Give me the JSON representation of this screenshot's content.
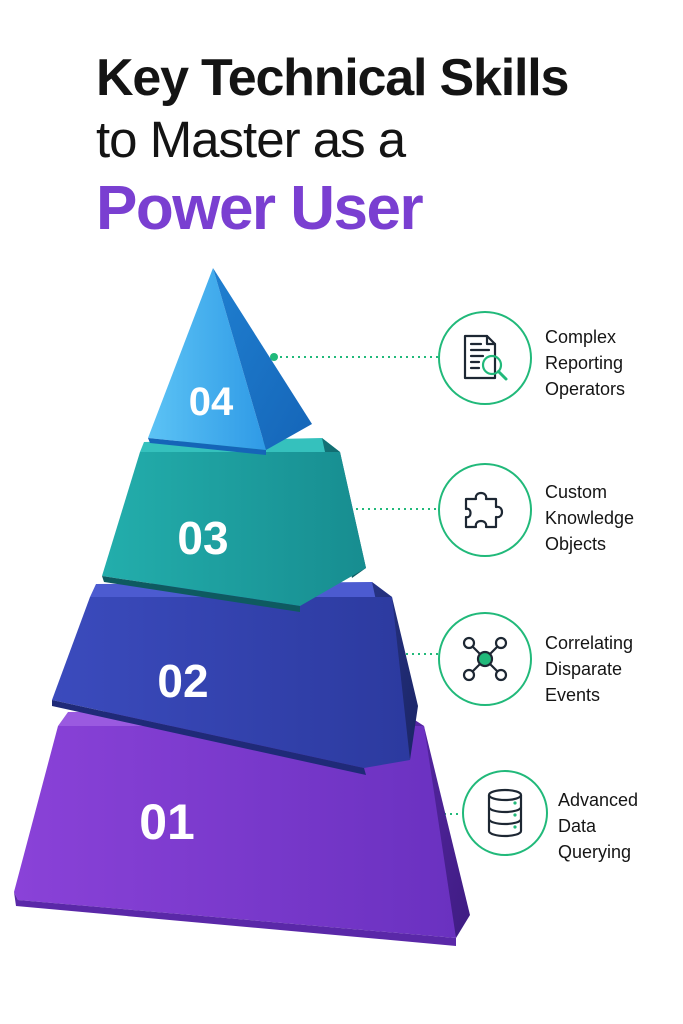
{
  "title": {
    "line1": "Key Technical Skills",
    "line2": "to Master as a",
    "line3": "Power User",
    "accent_color": "#7a3fd1"
  },
  "pyramid": {
    "levels": [
      {
        "number": "04",
        "color": "#3aa3ea"
      },
      {
        "number": "03",
        "color": "#1f9e9f"
      },
      {
        "number": "02",
        "color": "#3542a8"
      },
      {
        "number": "01",
        "color": "#7a39c8"
      }
    ]
  },
  "skills": [
    {
      "level": "04",
      "lines": [
        "Complex",
        "Reporting",
        "Operators"
      ],
      "icon": "document-search-icon"
    },
    {
      "level": "03",
      "lines": [
        "Custom",
        "Knowledge",
        "Objects"
      ],
      "icon": "puzzle-piece-icon"
    },
    {
      "level": "02",
      "lines": [
        "Correlating",
        "Disparate",
        "Events"
      ],
      "icon": "network-nodes-icon"
    },
    {
      "level": "01",
      "lines": [
        "Advanced",
        "Data",
        "Querying"
      ],
      "icon": "database-icon"
    }
  ],
  "connector_color": "#21b97a"
}
